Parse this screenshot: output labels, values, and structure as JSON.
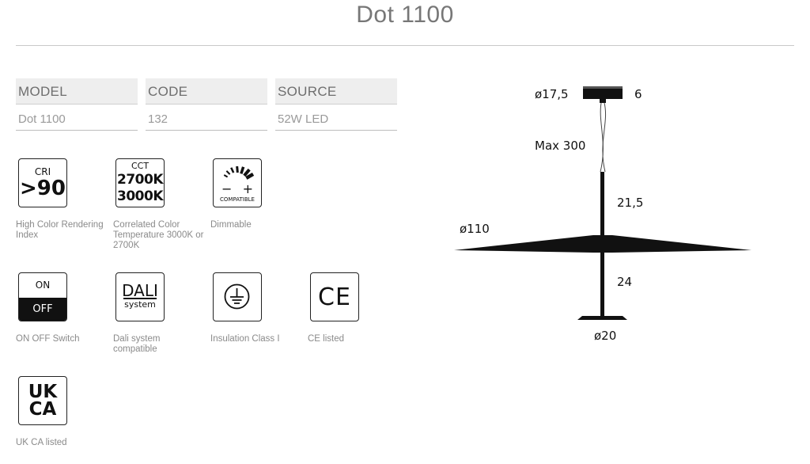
{
  "title": "Dot 1100",
  "specs": {
    "model": {
      "label": "MODEL",
      "value": "Dot 1100"
    },
    "code": {
      "label": "CODE",
      "value": "132"
    },
    "source": {
      "label": "SOURCE",
      "value": "52W LED"
    }
  },
  "features": {
    "cri": {
      "icon_text_top": "CRI",
      "icon_text_main": ">90",
      "label": "High Color Rendering Index"
    },
    "cct": {
      "icon_text_top": "CCT",
      "icon_value_1": "2700K",
      "icon_value_2": "3000K",
      "label": "Correlated Color Temperature 3000K or 2700K"
    },
    "dimmable": {
      "icon_minus": "−",
      "icon_plus": "+",
      "icon_caption": "COMPATIBLE",
      "label": "Dimmable"
    },
    "onoff": {
      "icon_on": "ON",
      "icon_off": "OFF",
      "label": "ON OFF Switch"
    },
    "dali": {
      "icon_main": "DALI",
      "icon_sub": "system",
      "label": "Dali system compatible"
    },
    "insulation": {
      "label": "Insulation Class I"
    },
    "ce": {
      "icon_text": "CE",
      "label": "CE listed"
    },
    "ukca": {
      "icon_line_1": "UK",
      "icon_line_2": "CA",
      "label": "UK CA listed"
    }
  },
  "drawing": {
    "canopy_diameter": "ø17,5",
    "canopy_height": "6",
    "cable_length": "Max 300",
    "upper_stem": "21,5",
    "shade_diameter": "ø110",
    "lower_stem": "24",
    "base_diameter": "ø20"
  }
}
